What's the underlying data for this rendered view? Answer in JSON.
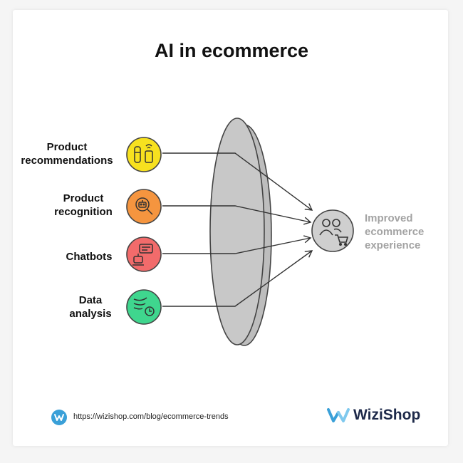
{
  "title": "AI in ecommerce",
  "inputs": [
    {
      "line1": "Product",
      "line2": "recommendations",
      "color": "#f7e11f",
      "icon": "product-recommendation-icon"
    },
    {
      "line1": "Product",
      "line2": "recognition",
      "color": "#f5953f",
      "icon": "robot-magnifier-icon"
    },
    {
      "line1": "Chatbots",
      "line2": "",
      "color": "#f26b6b",
      "icon": "chat-bot-icon"
    },
    {
      "line1": "Data",
      "line2": "analysis",
      "color": "#3fd68e",
      "icon": "data-analysis-icon"
    }
  ],
  "output": {
    "line1": "Improved",
    "line2": "ecommerce",
    "line3": "experience",
    "icon": "users-cart-icon"
  },
  "footer": {
    "url": "https://wizishop.com/blog/ecommerce-trends",
    "brand": "WiziShop",
    "icon": "wizishop-logo-icon"
  },
  "colors": {
    "lens": "#c8c8c8",
    "output_circle": "#cfcfcf",
    "output_text": "#a3a3a3"
  }
}
